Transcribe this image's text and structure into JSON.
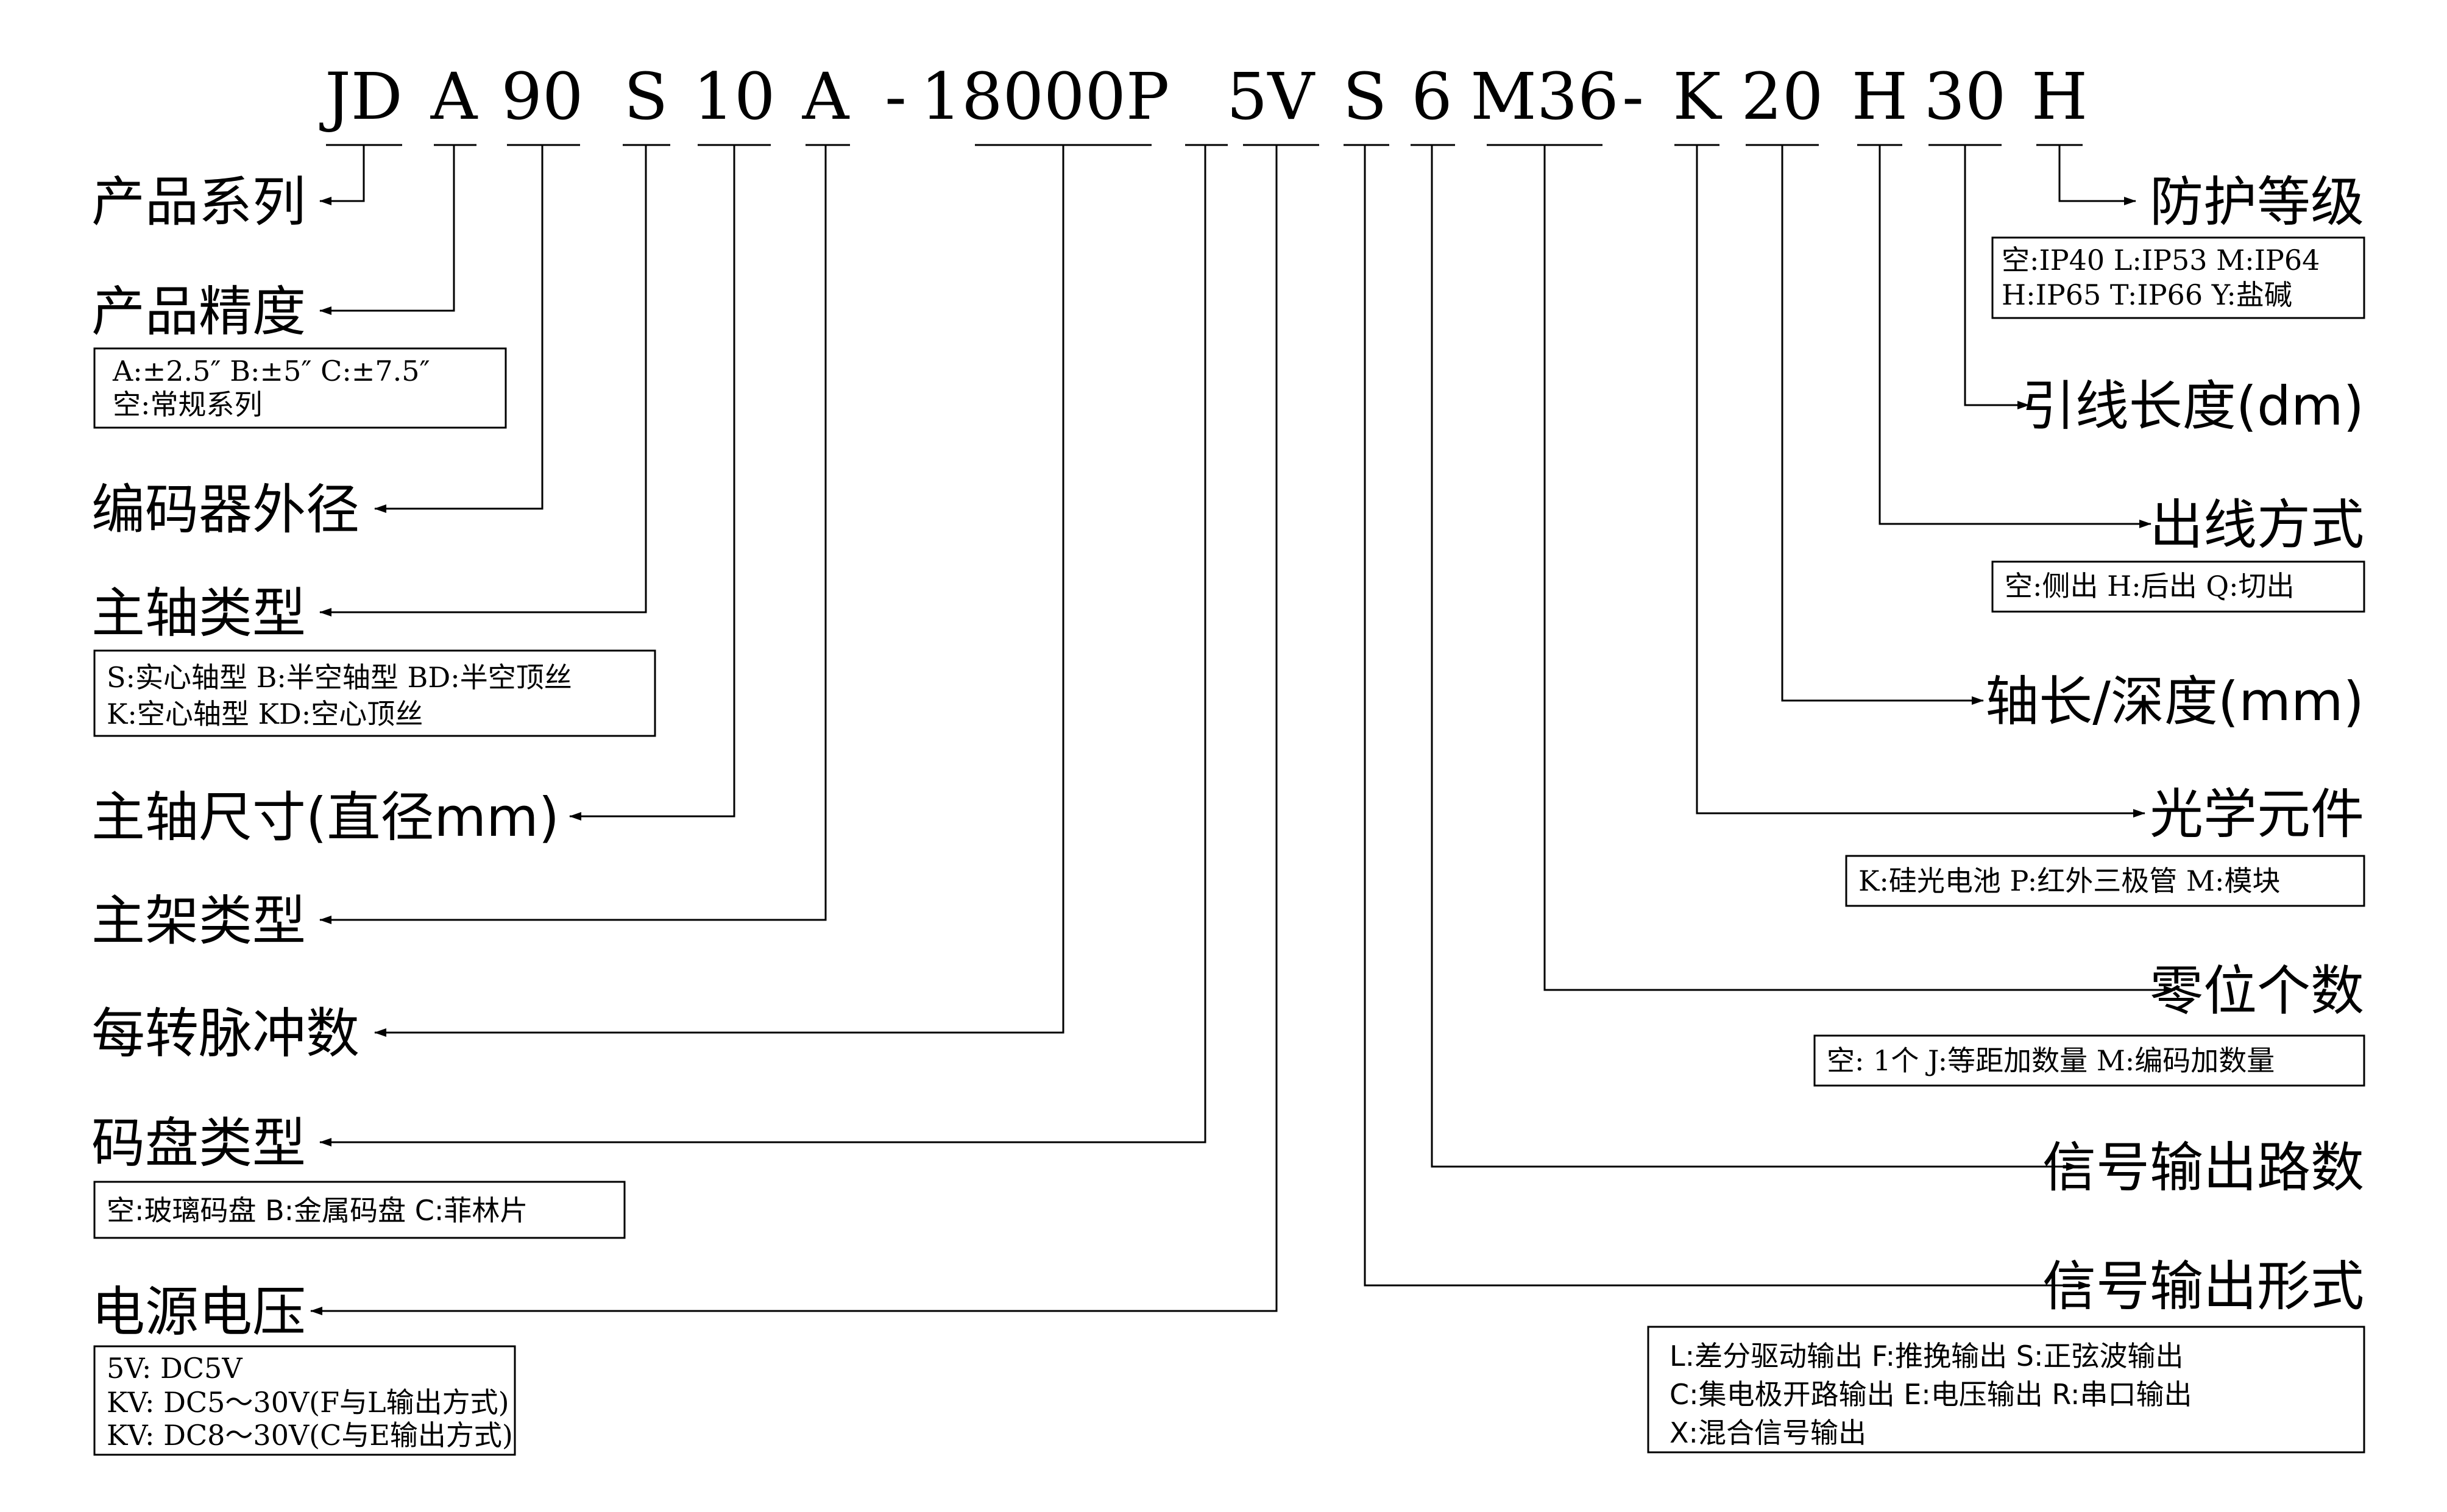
{
  "code_segments": [
    {
      "id": "jd",
      "text": "JD"
    },
    {
      "id": "precision",
      "text": "A"
    },
    {
      "id": "diameter",
      "text": "90"
    },
    {
      "id": "shaft_type",
      "text": "S"
    },
    {
      "id": "shaft_size",
      "text": "10"
    },
    {
      "id": "frame",
      "text": "A"
    },
    {
      "id": "dash1",
      "text": "-"
    },
    {
      "id": "ppr",
      "text": "18000P"
    },
    {
      "id": "voltage",
      "text": "5V"
    },
    {
      "id": "output_form",
      "text": "S"
    },
    {
      "id": "channels",
      "text": "6"
    },
    {
      "id": "zero",
      "text": "M36"
    },
    {
      "id": "dash2",
      "text": "-"
    },
    {
      "id": "optics",
      "text": "K"
    },
    {
      "id": "shaft_len",
      "text": "20"
    },
    {
      "id": "outlet",
      "text": "H"
    },
    {
      "id": "lead_len",
      "text": "30"
    },
    {
      "id": "protection",
      "text": "H"
    }
  ],
  "labels": {
    "series": "产品系列",
    "precision": "产品精度",
    "diameter": "编码器外径",
    "shaft_type": "主轴类型",
    "shaft_size": "主轴尺寸(直径mm)",
    "frame": "主架类型",
    "ppr": "每转脉冲数",
    "disc": "码盘类型",
    "voltage": "电源电压",
    "protection": "防护等级",
    "lead_len": "引线长度(dm)",
    "outlet": "出线方式",
    "shaft_len": "轴长/深度(mm)",
    "optics": "光学元件",
    "zero": "零位个数",
    "channels": "信号输出路数",
    "output_form": "信号输出形式"
  },
  "notes": {
    "precision": [
      "A:±2.5″ B:±5″ C:±7.5″",
      "空:常规系列"
    ],
    "shaft_type": [
      "S:实心轴型  B:半空轴型  BD:半空顶丝",
      "K:空心轴型  KD:空心顶丝"
    ],
    "disc": [
      "空:玻璃码盘  B:金属码盘  C:菲林片"
    ],
    "voltage": [
      "5V: DC5V",
      "KV: DC5～30V(F与L输出方式)",
      "KV: DC8～30V(C与E输出方式)"
    ],
    "protection": [
      "空:IP40   L:IP53  M:IP64",
      " H:IP65   T:IP66  Y:盐碱"
    ],
    "outlet": [
      "空:侧出  H:后出  Q:切出"
    ],
    "optics": [
      "K:硅光电池  P:红外三极管  M:模块"
    ],
    "zero": [
      "空: 1个  J:等距加数量  M:编码加数量"
    ],
    "output_form": [
      "L:差分驱动输出      F:推挽输出      S:正弦波输出",
      "C:集电极开路输出   E:电压输出      R:串口输出",
      "X:混合信号输出"
    ]
  }
}
